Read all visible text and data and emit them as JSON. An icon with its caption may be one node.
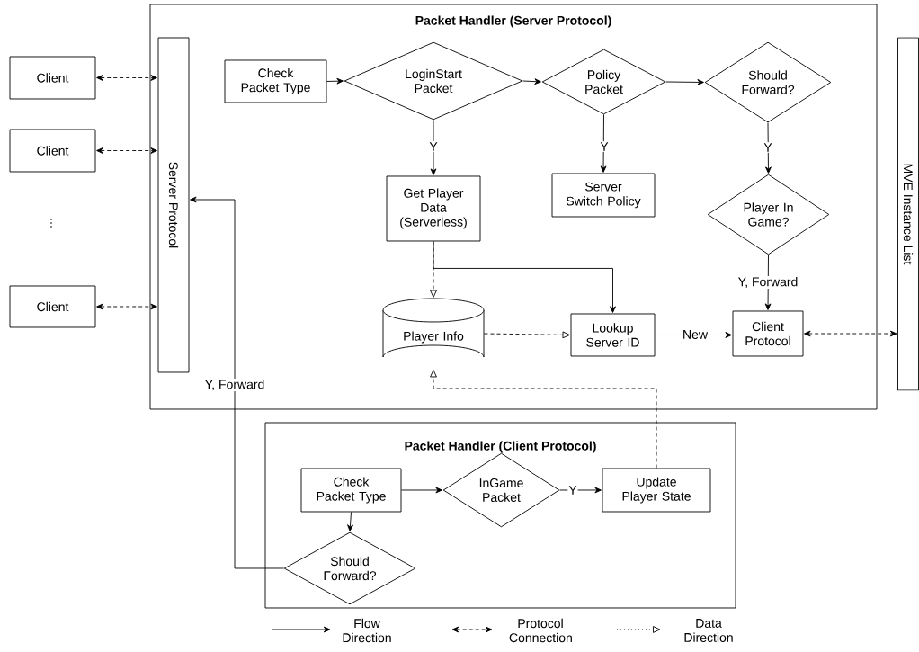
{
  "diagram": {
    "nodes": [
      {
        "text": [
          "Packet Handler (Server Protocol)"
        ]
      },
      {
        "text": [
          "Server Protocol"
        ],
        "in": 0
      },
      {
        "text": [
          "Client"
        ]
      },
      {
        "text": [
          "Client"
        ]
      },
      {
        "text": [
          "Client"
        ]
      },
      {
        "text": [
          "MVE Instance List"
        ]
      },
      {
        "text": [
          "Check Packet Type"
        ],
        "in": 0
      },
      {
        "text": [
          "LoginStart Packet"
        ],
        "in": 0
      },
      {
        "text": [
          "Policy Packet"
        ],
        "in": 0
      },
      {
        "text": [
          "Should Forward?"
        ],
        "in": 0
      },
      {
        "text": [
          "Get Player Data (Serverless)"
        ],
        "in": 0
      },
      {
        "text": [
          "Server Switch Policy"
        ],
        "in": 0
      },
      {
        "text": [
          "Player In Game?"
        ],
        "in": 0
      },
      {
        "text": [
          "Player Info"
        ],
        "in": 0
      },
      {
        "text": [
          "Lookup Server ID"
        ],
        "in": 0
      },
      {
        "text": [
          "Client Protocol"
        ],
        "in": 0
      },
      {
        "text": [
          "Packet Handler (Client Protocol)"
        ]
      },
      {
        "text": [
          "Check Packet Type"
        ],
        "in": 16
      },
      {
        "text": [
          "InGame Packet"
        ],
        "in": 16
      },
      {
        "text": [
          "Update Player State"
        ],
        "in": 16
      },
      {
        "text": [
          "Should Forward?"
        ],
        "in": 16
      }
    ],
    "edges": [
      {
        "from": 2,
        "to": 1,
        "arrow": "both",
        "style": "dashed"
      },
      {
        "from": 3,
        "to": 1,
        "arrow": "both",
        "style": "dashed"
      },
      {
        "from": 4,
        "to": 1,
        "arrow": "both",
        "style": "dashed"
      },
      {
        "from": 6,
        "to": 7,
        "arrow": "to"
      },
      {
        "from": 7,
        "to": 8,
        "arrow": "to"
      },
      {
        "from": 8,
        "to": 9,
        "arrow": "to"
      },
      {
        "from": 7,
        "to": 10,
        "arrow": "to",
        "label": "Y"
      },
      {
        "from": 8,
        "to": 11,
        "arrow": "to",
        "label": "Y"
      },
      {
        "from": 9,
        "to": 12,
        "arrow": "to",
        "label": "Y"
      },
      {
        "from": 10,
        "to": 13,
        "arrow": "to",
        "style": "dashed"
      },
      {
        "from": 10,
        "to": 14,
        "arrow": "to"
      },
      {
        "from": 13,
        "to": 14,
        "arrow": "to",
        "style": "dashed"
      },
      {
        "from": 12,
        "to": 15,
        "arrow": "to",
        "label": "Y, Forward"
      },
      {
        "from": 14,
        "to": 15,
        "arrow": "to",
        "label": "New"
      },
      {
        "from": 15,
        "to": 5,
        "arrow": "both",
        "style": "dashed"
      },
      {
        "from": 17,
        "to": 18,
        "arrow": "to"
      },
      {
        "from": 18,
        "to": 19,
        "arrow": "to",
        "label": "Y"
      },
      {
        "from": 17,
        "to": 20,
        "arrow": "to"
      },
      {
        "from": 20,
        "to": 1,
        "arrow": "to",
        "label": "Y, Forward"
      },
      {
        "from": 19,
        "to": 13,
        "arrow": "to",
        "style": "dashed"
      }
    ],
    "labels": [
      "⋮"
    ],
    "legend": [
      {
        "text": "Flow Direction"
      },
      {
        "text": "Protocol Connection"
      },
      {
        "text": "Data Direction"
      }
    ]
  }
}
